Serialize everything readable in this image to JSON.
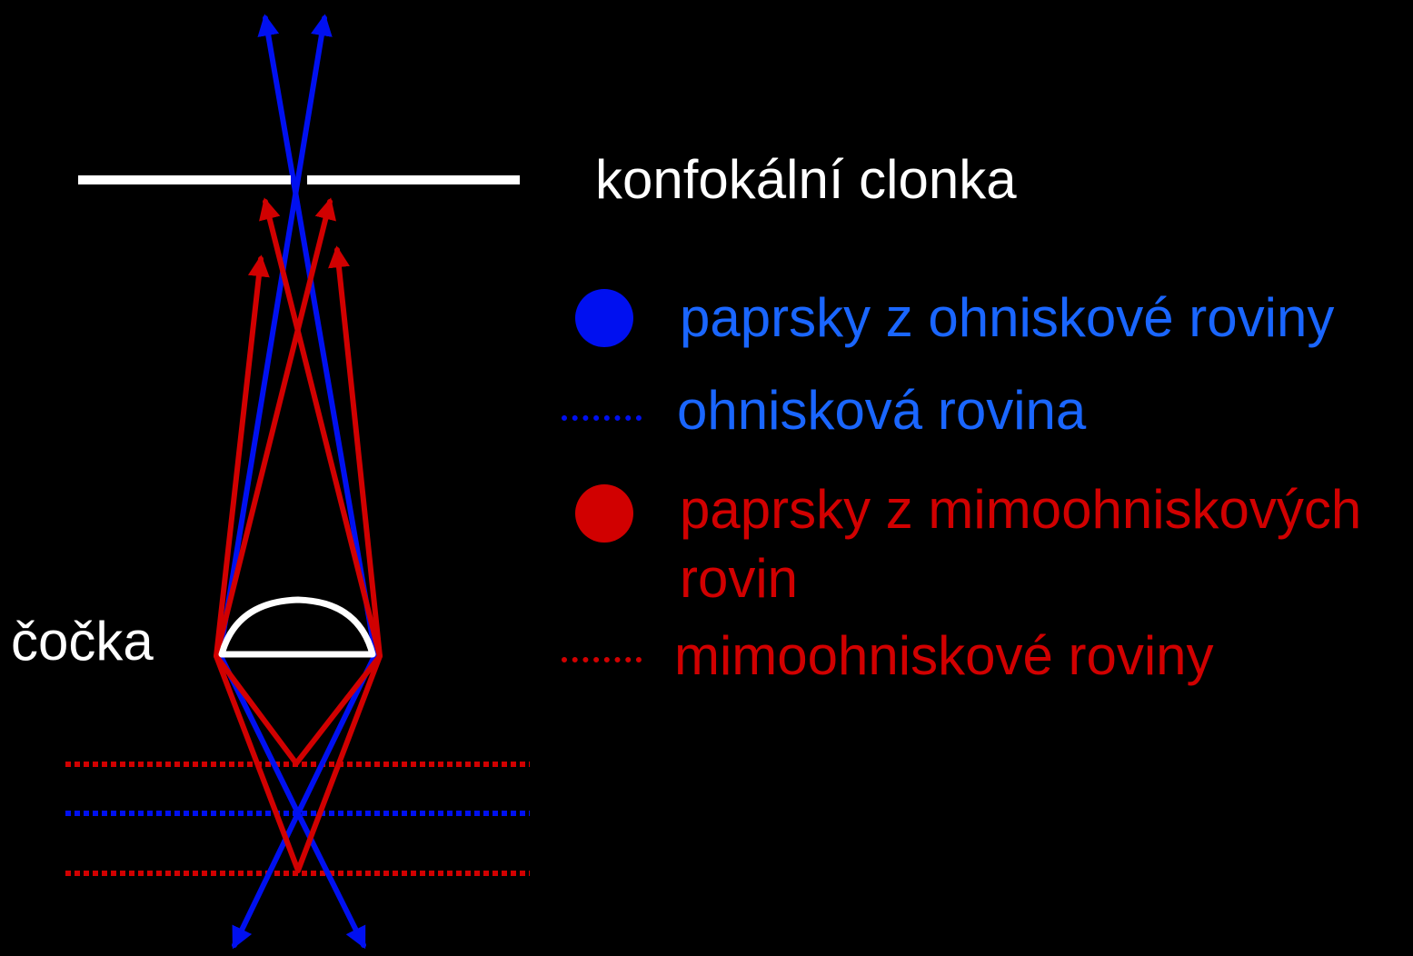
{
  "labels": {
    "pinhole": "konfokální clonka",
    "lens": "čočka"
  },
  "legend": [
    {
      "marker": "circle",
      "color": "#0010f0",
      "text": "paprsky z ohniskové roviny"
    },
    {
      "marker": "dotted-line",
      "color": "#0010f0",
      "text": "ohnisková rovina"
    },
    {
      "marker": "circle",
      "color": "#d10000",
      "text": "paprsky z mimoohniskových rovin"
    },
    {
      "marker": "dotted-line",
      "color": "#d10000",
      "text": "mimoohniskové roviny"
    }
  ],
  "colors": {
    "background": "#000000",
    "focal_rays": "#0010f0",
    "out_of_focus_rays": "#d10000",
    "lens_and_pinhole": "#ffffff"
  }
}
